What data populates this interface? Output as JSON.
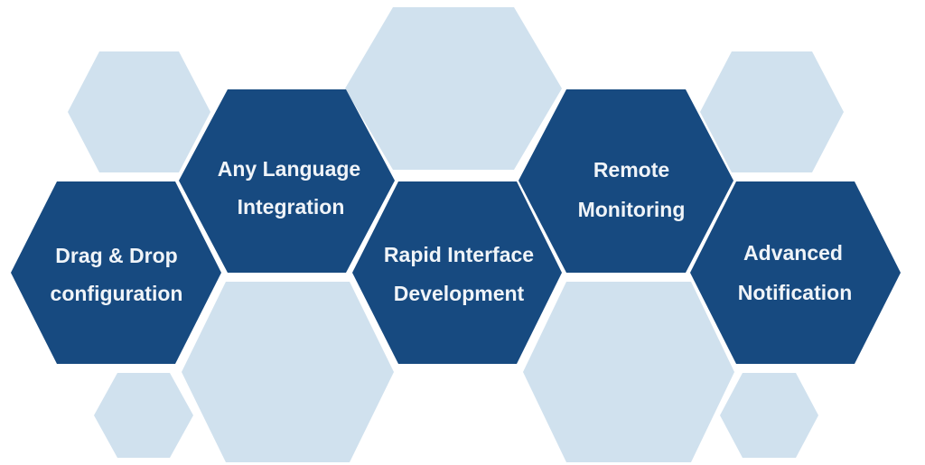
{
  "colors": {
    "dark_hex": "#174a80",
    "light_hex": "#d0e1ee",
    "label_text": "#f0f4f8",
    "background": "#ffffff"
  },
  "features": [
    {
      "id": "drag-drop",
      "line1": "Drag & Drop",
      "line2": "configuration"
    },
    {
      "id": "any-language",
      "line1": "Any Language",
      "line2": "Integration"
    },
    {
      "id": "rapid-interface",
      "line1": "Rapid Interface",
      "line2": "Development"
    },
    {
      "id": "remote-monitoring",
      "line1": "Remote",
      "line2": "Monitoring"
    },
    {
      "id": "advanced-notification",
      "line1": "Advanced",
      "line2": "Notification"
    }
  ]
}
